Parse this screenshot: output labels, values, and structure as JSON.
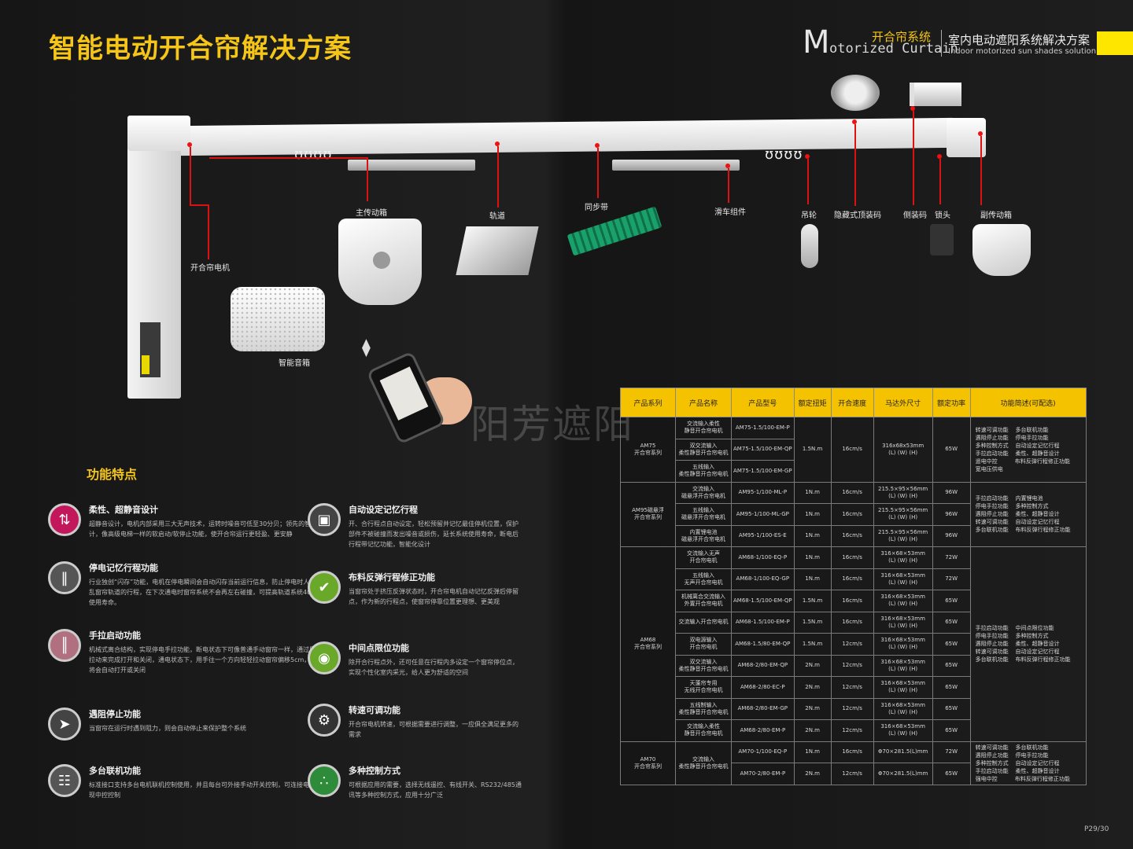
{
  "header": {
    "title": "智能电动开合帘解决方案",
    "brand_m": "M",
    "brand_rest": "otorized Curtain",
    "brand_cn": "开合帘系统",
    "sub_cn": "室内电动遮阳系统解决方案",
    "sub_en": "Indoor motorized sun shades solution",
    "accent": "#f5c518"
  },
  "parts": {
    "motor": "开合帘电机",
    "main_gear": "主传动箱",
    "rail": "轨道",
    "belt": "同步带",
    "carriage": "滑车组件",
    "hanger": "吊轮",
    "top_mount": "隐藏式顶装码",
    "side_mount": "侧装码",
    "lock": "锁头",
    "aux_gear": "副传动箱",
    "speaker": "智能音箱",
    "hooks": "ʊʊʊʊ"
  },
  "watermark": "阳芳遮阳",
  "features": {
    "section_title": "功能特点",
    "items": [
      {
        "title": "柔性、超静音设计",
        "desc": "超静音设计，电机内部采用三大无声技术，运转时噪音可低至30分贝；领先的智能设计，像高级电梯一样的软启动/软停止功能，使开合帘运行更轻盈、更安静",
        "icon": "elevator-icon",
        "color": "#c2185b"
      },
      {
        "title": "停电记忆行程功能",
        "desc": "行业独创“闪存”功能，电机在停电瞬间会自动闪存当前运行信息，防止停电时人为拉乱窗帘轨道的行程，在下次通电时窗帘系统不会再左右碰撞，可提高轨道系统40%的使用寿命。",
        "icon": "curtain-icon",
        "color": "#555555"
      },
      {
        "title": "手拉启动功能",
        "desc": "机械式离合结构，实现停电手拉功能，断电状态下可像普通手动窗帘一样，通过用手拉动来完成打开和关闭，通电状态下，用手往一个方向轻轻拉动窗帘偏移5cm，窗帘将会自动打开或关闭",
        "icon": "curtain-pull-icon",
        "color": "#b07080"
      },
      {
        "title": "遇阻停止功能",
        "desc": "当窗帘在运行时遇到阻力，则会自动停止来保护整个系统",
        "icon": "arrow-stop-icon",
        "color": "#444444"
      },
      {
        "title": "多台联机功能",
        "desc": "标准接口支持多台电机联机控制使用，并且每台可外接手动开关控制，可连接电脑实现中控控制",
        "icon": "network-icon",
        "color": "#555555"
      },
      {
        "title": "自动设定记忆行程",
        "desc": "开、合行程点自动设定，轻松预留并记忆最佳停机位置，保护部件不被碰撞而发出噪音或损伤，延长系统使用寿命，断电后行程带记忆功能，智能化设计",
        "icon": "save-icon",
        "color": "#444444"
      },
      {
        "title": "布料反弹行程修正功能",
        "desc": "当窗帘处于挤压反弹状态时，开合帘电机自动记忆反弹后停留点，作为新的行程点，使窗帘停靠位置更理想、更美观",
        "icon": "check-icon",
        "color": "#6aa82a"
      },
      {
        "title": "中间点限位功能",
        "desc": "除开合行程点外，还可任意在行程内多设定一个窗帘停位点，实现个性化室内采光，给人更为舒适的空间",
        "icon": "midpoint-icon",
        "color": "#6aa82a"
      },
      {
        "title": "转速可调功能",
        "desc": "开合帘电机转速，可根据需要进行调整，一应俱全满足更多的需求",
        "icon": "gears-icon",
        "color": "#333333"
      },
      {
        "title": "多种控制方式",
        "desc": "可根据应用的需要，选择无线遥控、有线开关、RS232/485通讯等多种控制方式，应用十分广泛",
        "icon": "signal-icon",
        "color": "#2e8b3a"
      }
    ]
  },
  "table": {
    "headers": [
      "产品系列",
      "产品名称",
      "产品型号",
      "额定扭矩",
      "开合速度",
      "马达外尺寸",
      "额定功率",
      "功能简述(可配选)"
    ],
    "groups": [
      {
        "series": "AM75\n开合帘系列",
        "torque": "1.5N.m",
        "speed": "16cm/s",
        "size": "316x68x53mm\n(L)  (W)  (H)",
        "power": "65W",
        "funcs": "转速可调功能    多台联机功能\n遇阻停止功能    停电手拉功能\n多种控制方式    自动设定记忆行程\n手拉启动功能    柔性、超静音设计\n遥电中控          布料反弹行程修正功能\n宽电压供电",
        "rows": [
          [
            "交流输入柔性\n静音开合帘电机",
            "AM75-1.5/100-EM-P"
          ],
          [
            "双交流输入\n柔性静音开合帘电机",
            "AM75-1.5/100-EM-QP"
          ],
          [
            "五线输入\n柔性静音开合帘电机",
            "AM75-1.5/100-EM-GP"
          ]
        ]
      },
      {
        "series": "AM95磁悬浮\n开合帘系列",
        "funcs": "手拉启动功能    内置锂电池\n停电手拉功能    多种控制方式\n遇阻停止功能    柔性、超静音设计\n转速可调功能    自动设定记忆行程\n多台联机功能    布料反弹行程修正功能",
        "rows": [
          [
            "交流输入\n磁悬浮开合帘电机",
            "AM95-1/100-ML-P",
            "1N.m",
            "16cm/s",
            "215.5×95×56mm\n(L)   (W)   (H)",
            "96W"
          ],
          [
            "五线输入\n磁悬浮开合帘电机",
            "AM95-1/100-ML-GP",
            "1N.m",
            "16cm/s",
            "215.5×95×56mm\n(L)   (W)   (H)",
            "96W"
          ],
          [
            "内置锂电池\n磁悬浮开合帘电机",
            "AM95-1/100-ES-E",
            "1N.m",
            "16cm/s",
            "215.5×95×56mm\n(L)   (W)   (H)",
            "96W"
          ]
        ]
      },
      {
        "series": "AM68\n开合帘系列",
        "funcs": "手拉启动功能    中间点限位功能\n停电手拉功能    多种控制方式\n遇阻停止功能    柔性、超静音设计\n转速可调功能    自动设定记忆行程\n多台联机功能    布料反弹行程修正功能",
        "rows": [
          [
            "交流输入无声\n开合帘电机",
            "AM68-1/100-EQ-P",
            "1N.m",
            "16cm/s",
            "316×68×53mm\n(L)  (W)  (H)",
            "72W"
          ],
          [
            "五线输入\n无声开合帘电机",
            "AM68-1/100-EQ-GP",
            "1N.m",
            "16cm/s",
            "316×68×53mm\n(L)  (W)  (H)",
            "72W"
          ],
          [
            "机械离合交流输入\n外置开合帘电机",
            "AM68-1.5/100-EM-QP",
            "1.5N.m",
            "16cm/s",
            "316×68×53mm\n(L)  (W)  (H)",
            "65W"
          ],
          [
            "交流输入开合帘电机",
            "AM68-1.5/100-EM-P",
            "1.5N.m",
            "16cm/s",
            "316×68×53mm\n(L)  (W)  (H)",
            "65W"
          ],
          [
            "双电源输入\n开合帘电机",
            "AM68-1.5/80-EM-QP",
            "1.5N.m",
            "12cm/s",
            "316×68×53mm\n(L)  (W)  (H)",
            "65W"
          ],
          [
            "双交流输入\n柔性静音开合帘电机",
            "AM68-2/80-EM-QP",
            "2N.m",
            "12cm/s",
            "316×68×53mm\n(L)  (W)  (H)",
            "65W"
          ],
          [
            "天蓬帘专用\n无线开合帘电机",
            "AM68-2/80-EC-P",
            "2N.m",
            "12cm/s",
            "316×68×53mm\n(L)  (W)  (H)",
            "65W"
          ],
          [
            "五线制输入\n柔性静音开合帘电机",
            "AM68-2/80-EM-GP",
            "2N.m",
            "12cm/s",
            "316×68×53mm\n(L)  (W)  (H)",
            "65W"
          ],
          [
            "交流输入柔性\n静音开合帘电机",
            "AM68-2/80-EM-P",
            "2N.m",
            "12cm/s",
            "316×68×53mm\n(L)  (W)  (H)",
            "65W"
          ]
        ]
      },
      {
        "series": "AM70\n开合帘系列",
        "name": "交流输入\n柔性静音开合帘电机",
        "funcs": "转速可调功能    多台联机功能\n遇阻停止功能    停电手拉功能\n多种控制方式    自动设定记忆行程\n手拉启动功能    柔性、超静音设计\n强电中控          布料反弹行程修正功能",
        "rows": [
          [
            "AM70-1/100-EQ-P",
            "1N.m",
            "16cm/s",
            "Φ70×281.5(L)mm",
            "72W"
          ],
          [
            "AM70-2/80-EM-P",
            "2N.m",
            "12cm/s",
            "Φ70×281.5(L)mm",
            "65W"
          ]
        ]
      }
    ]
  },
  "page_number": "P29/30"
}
